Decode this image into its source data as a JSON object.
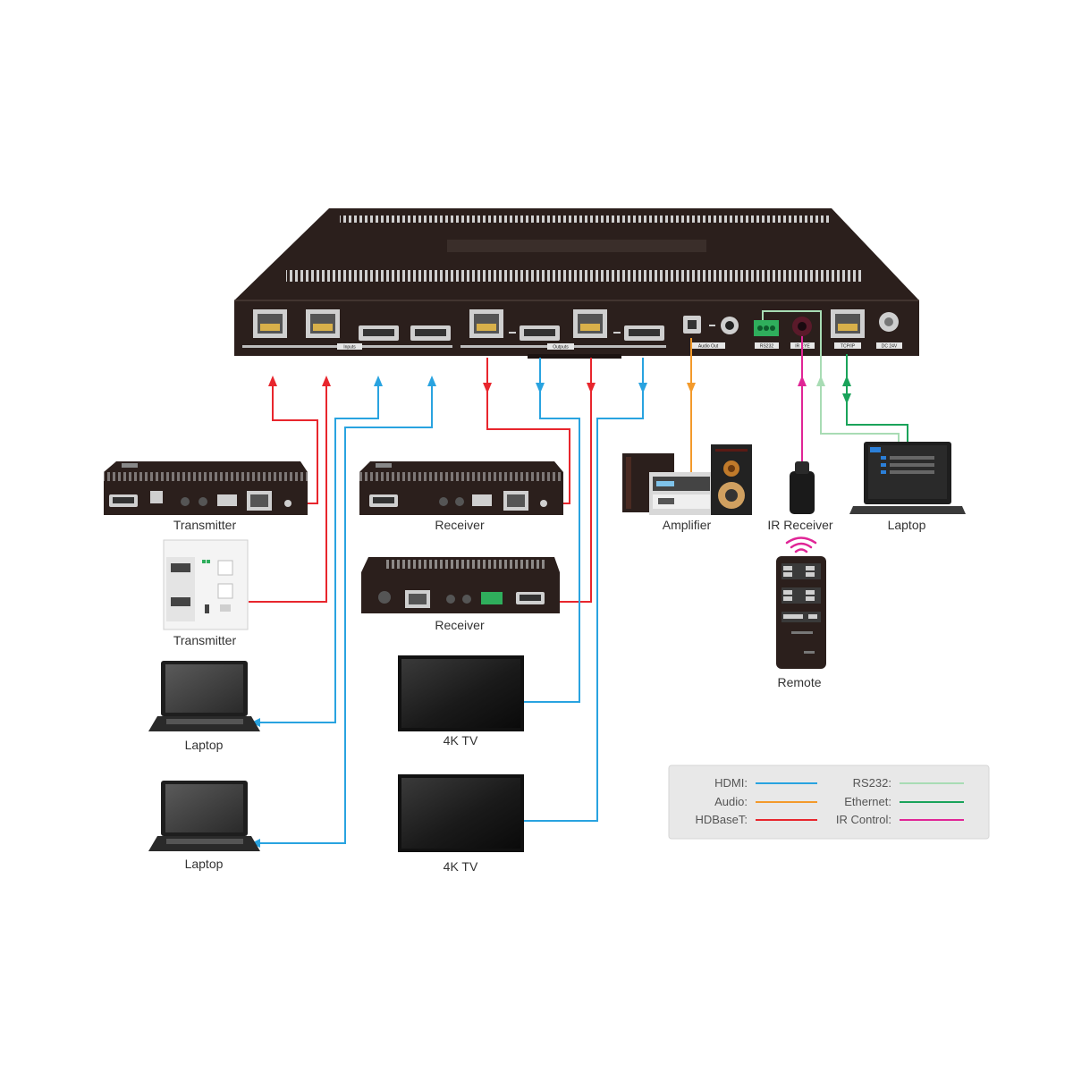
{
  "devices": {
    "matrix": {
      "port_labels": {
        "inputs": "Inputs",
        "outputs": "Outputs",
        "audio_out": "Audio Out",
        "rs232": "RS232",
        "ir_eye": "IR EYE",
        "tcp_ip": "TCP/IP",
        "dc": "DC 24V"
      }
    },
    "transmitter_1": "Transmitter",
    "transmitter_2": "Transmitter",
    "receiver_1": "Receiver",
    "receiver_2": "Receiver",
    "amplifier": "Amplifier",
    "ir_receiver": "IR Receiver",
    "laptop_right": "Laptop",
    "laptop_1": "Laptop",
    "laptop_2": "Laptop",
    "tv_1": "4K TV",
    "tv_2": "4K TV",
    "remote": "Remote"
  },
  "legend": {
    "items": [
      {
        "label": "HDMI:",
        "color": "#29a3e0"
      },
      {
        "label": "Audio:",
        "color": "#f39a2b"
      },
      {
        "label": "HDBaseT:",
        "color": "#e8262d"
      },
      {
        "label": "RS232:",
        "color": "#a8dcb4"
      },
      {
        "label": "Ethernet:",
        "color": "#1aa35a"
      },
      {
        "label": "IR Control:",
        "color": "#e02596"
      }
    ]
  }
}
